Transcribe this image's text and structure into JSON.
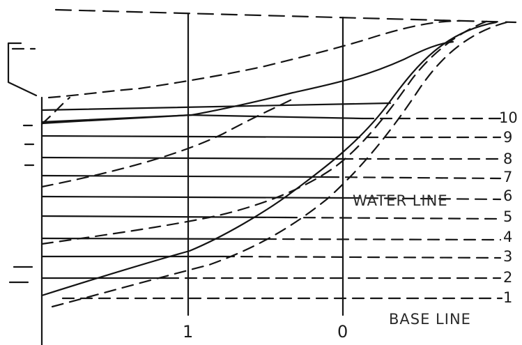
{
  "station_labels": [
    "1",
    "0"
  ],
  "waterline_numbers": [
    "10",
    "9",
    "8",
    "7",
    "6",
    "5",
    "4",
    "3",
    "2",
    "1"
  ],
  "water_line_label": "WATER LINE",
  "base_line_label": "BASE LINE"
}
